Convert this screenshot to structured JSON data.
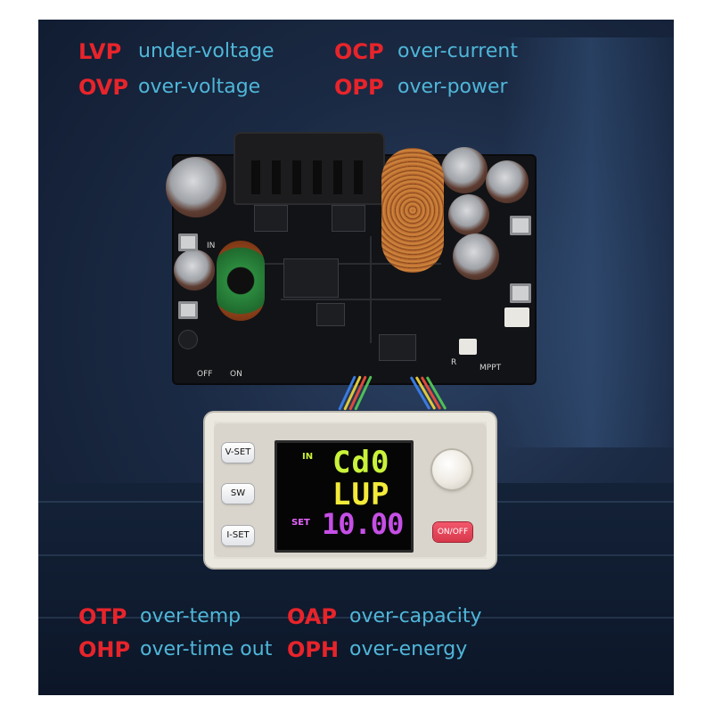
{
  "legend_top": [
    {
      "code": "LVP",
      "description": "under-voltage"
    },
    {
      "code": "OVP",
      "description": "over-voltage"
    },
    {
      "code": "OCP",
      "description": "over-current"
    },
    {
      "code": "OPP",
      "description": "over-power"
    }
  ],
  "legend_bottom": [
    {
      "code": "OTP",
      "description": "over-temp"
    },
    {
      "code": "OHP",
      "description": "over-time out"
    },
    {
      "code": "OAP",
      "description": "over-capacity"
    },
    {
      "code": "OPH",
      "description": "over-energy"
    }
  ],
  "pcb": {
    "labels": {
      "input": "IN",
      "off": "OFF",
      "on": "ON",
      "mppt": "MPPT",
      "r": "R"
    }
  },
  "panel": {
    "buttons": {
      "vset": "V-SET",
      "sw": "SW",
      "iset": "I-SET",
      "onoff": "ON/OFF"
    },
    "display": {
      "in_label": "IN",
      "line1": "Cd0",
      "line2": "LUP",
      "set_label": "SET",
      "line3": "10.00"
    }
  },
  "colors": {
    "code_red": "#e8242b",
    "description_blue": "#4fb6d8",
    "lcd_green": "#c9f23a",
    "lcd_yellow": "#f3ea3a",
    "lcd_magenta": "#c64fe6",
    "lcd_pink": "#e766ff",
    "onoff_button": "#e0404f"
  },
  "icons": {
    "knob": "rotary-encoder-knob"
  }
}
